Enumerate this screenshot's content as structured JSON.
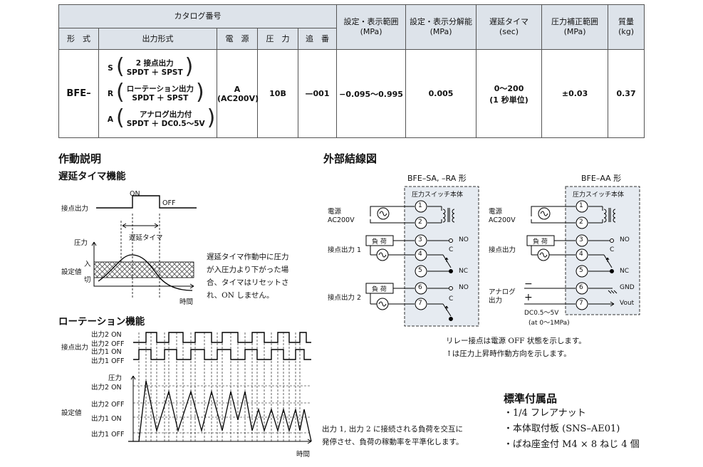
{
  "table": {
    "catalog_header": "カタログ番号",
    "headers": {
      "model": "形　式",
      "output_type": "出力形式",
      "power": "電　源",
      "pressure": "圧　力",
      "suffix": "追　番",
      "range": [
        "設定・表示範囲",
        "(MPa)"
      ],
      "resolution": [
        "設定・表示分解能",
        "(MPa)"
      ],
      "delay": [
        "遅延タイマ",
        "(sec)"
      ],
      "compensation": [
        "圧力補正範囲",
        "(MPa)"
      ],
      "mass": [
        "質量",
        "(kg)"
      ]
    },
    "row": {
      "model": "BFE–",
      "outputs": [
        {
          "code": "S",
          "lines": [
            "2 接点出力",
            "SPDT ＋ SPST"
          ]
        },
        {
          "code": "R",
          "lines": [
            "ローテーション出力",
            "SPDT ＋ SPST"
          ]
        },
        {
          "code": "A",
          "lines": [
            "アナログ出力付",
            "SPDT ＋ DC0.5〜5V"
          ]
        }
      ],
      "power": [
        "A",
        "(AC200V)"
      ],
      "pressure": "10B",
      "suffix": "—001",
      "range": "−0.095〜0.995",
      "resolution": "0.005",
      "delay": [
        "0〜200",
        "(1 秒単位)"
      ],
      "compensation": "±0.03",
      "mass": "0.37"
    }
  },
  "operation": {
    "title": "作動説明",
    "delay_title": "遅延タイマ機能",
    "delay_labels": {
      "contact_output": "接点出力",
      "on": "ON",
      "off": "OFF",
      "delay_timer": "遅延タイマ",
      "pressure": "圧力",
      "on_level": "入",
      "setpoint": "設定値",
      "off_level": "切",
      "time": "時間"
    },
    "delay_note": [
      "遅延タイマ作動中に圧力",
      "が入圧力より下がった場",
      "合、タイマはリセットさ",
      "れ、ON しません。"
    ],
    "rotation_title": "ローテーション機能",
    "rotation_labels": {
      "out2_on": "出力2 ON",
      "out2_off": "出力2 OFF",
      "contact_output": "接点出力",
      "out1_on": "出力1 ON",
      "out1_off": "出力1 OFF",
      "pressure": "圧力",
      "setpoint": "設定値",
      "p_out2_on": "出力2 ON",
      "p_out2_off": "出力2 OFF",
      "p_out1_on": "出力1 ON",
      "p_out1_off": "出力1 OFF",
      "time": "時間"
    },
    "rotation_note": [
      "出力 1, 出力 2 に接続される負荷を交互に",
      "発停させ、負荷の稼動率を平準化します。"
    ]
  },
  "wiring": {
    "title": "外部結線図",
    "left_title": "BFE–SA, –RA 形",
    "right_title": "BFE–AA 形",
    "body_label": "圧力スイッチ本体",
    "power_label": [
      "電源",
      "AC200V"
    ],
    "load": "負 荷",
    "contact1": "接点出力 1",
    "contact2": "接点出力 2",
    "contact": "接点出力",
    "analog_out": [
      "アナログ",
      "出力"
    ],
    "terminals": [
      "1",
      "2",
      "3",
      "4",
      "5",
      "6",
      "7"
    ],
    "no": "NO",
    "nc": "NC",
    "c": "C",
    "gnd": "GND",
    "vout": "Vout",
    "minus": "−",
    "plus": "+",
    "analog_range": "DC0.5〜5V",
    "analog_at": "(at 0〜1MPa)",
    "notes": [
      "リレー接点は電源 OFF 状態を示します。",
      "↑は圧力上昇時作動方向を示します。"
    ]
  },
  "accessories": {
    "title": "標準付属品",
    "items": [
      "・1/4 フレアナット",
      "・本体取付板 (SNS–AE01)",
      "・ばね座金付 M4 × 8 ねじ 4 個"
    ]
  }
}
